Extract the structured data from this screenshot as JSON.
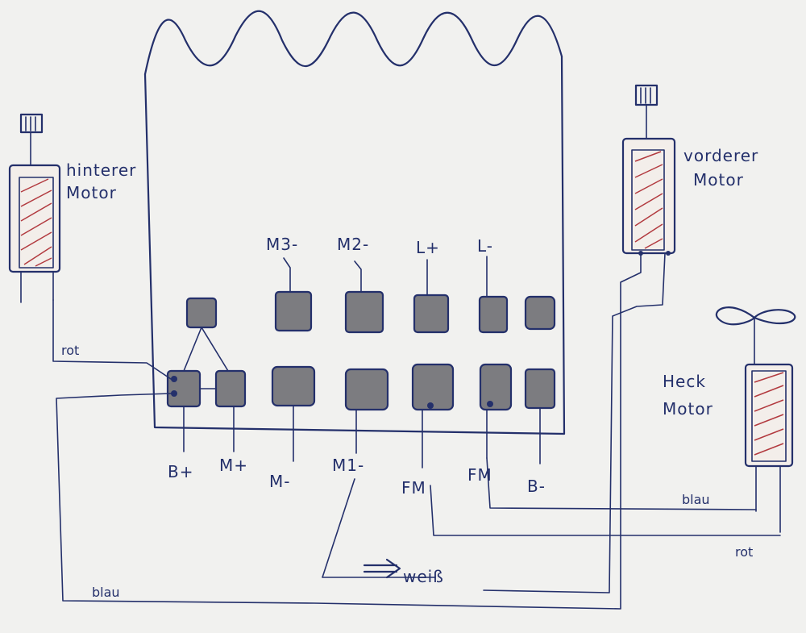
{
  "motors": {
    "rear_line1": "hinterer",
    "rear_line2": "Motor",
    "front_line1": "vorderer",
    "front_line2": "Motor",
    "tail_line1": "Heck",
    "tail_line2": "Motor"
  },
  "terminals": {
    "m3_minus": "M3-",
    "m2_minus": "M2-",
    "l_plus": "L+",
    "l_minus": "L-",
    "b_plus": "B+",
    "m_plus": "M+",
    "m_minus": "M-",
    "m1_minus": "M1-",
    "fm_1": "FM",
    "fm_2": "FM",
    "b_minus": "B-"
  },
  "wires": {
    "rot_rear": "rot",
    "blau_bottom": "blau",
    "blau_tail": "blau",
    "rot_tail": "rot",
    "weiss": "weiß"
  },
  "colors": {
    "ink": "#24306b",
    "pad_fill": "#7c7c80",
    "motor_hatch": "#b23a3f",
    "paper": "#f1f1ef"
  }
}
